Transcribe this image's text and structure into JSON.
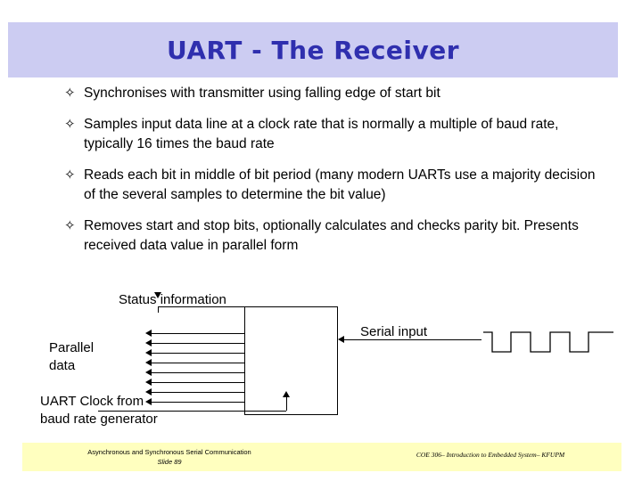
{
  "slide": {
    "title": "UART - The Receiver",
    "title_bg": "#ccccf2",
    "title_color": "#2f2fae",
    "bullets": [
      {
        "marker": "✧",
        "text": "Synchronises with transmitter using falling edge of start bit"
      },
      {
        "marker": "✧",
        "text": "Samples input data line at a clock rate that is normally a multiple of baud rate, typically 16 times the baud rate"
      },
      {
        "marker": "✧",
        "text": "Reads each bit in middle of bit period (many modern UARTs use a majority decision of the several samples to determine the bit value)"
      },
      {
        "marker": "✧",
        "text": "Removes start and stop bits, optionally calculates and checks parity bit. Presents received data value in parallel form"
      }
    ],
    "diagram": {
      "status_label": "Status information",
      "serial_label": "Serial input",
      "parallel_label": "Parallel\ndata",
      "parallel_label_line1": "Parallel",
      "parallel_label_line2": "data",
      "clock_label_line1": "UART Clock from",
      "clock_label_line2": "baud rate generator",
      "block_name": "uart-receiver-block",
      "waveform_name": "serial-waveform"
    },
    "footer": {
      "bg": "#ffffbf",
      "left_line1": "Asynchronous and Synchronous Serial Communication",
      "left_line2": "Slide 89",
      "right": "COE 306– Introduction to Embedded System– KFUPM"
    }
  }
}
